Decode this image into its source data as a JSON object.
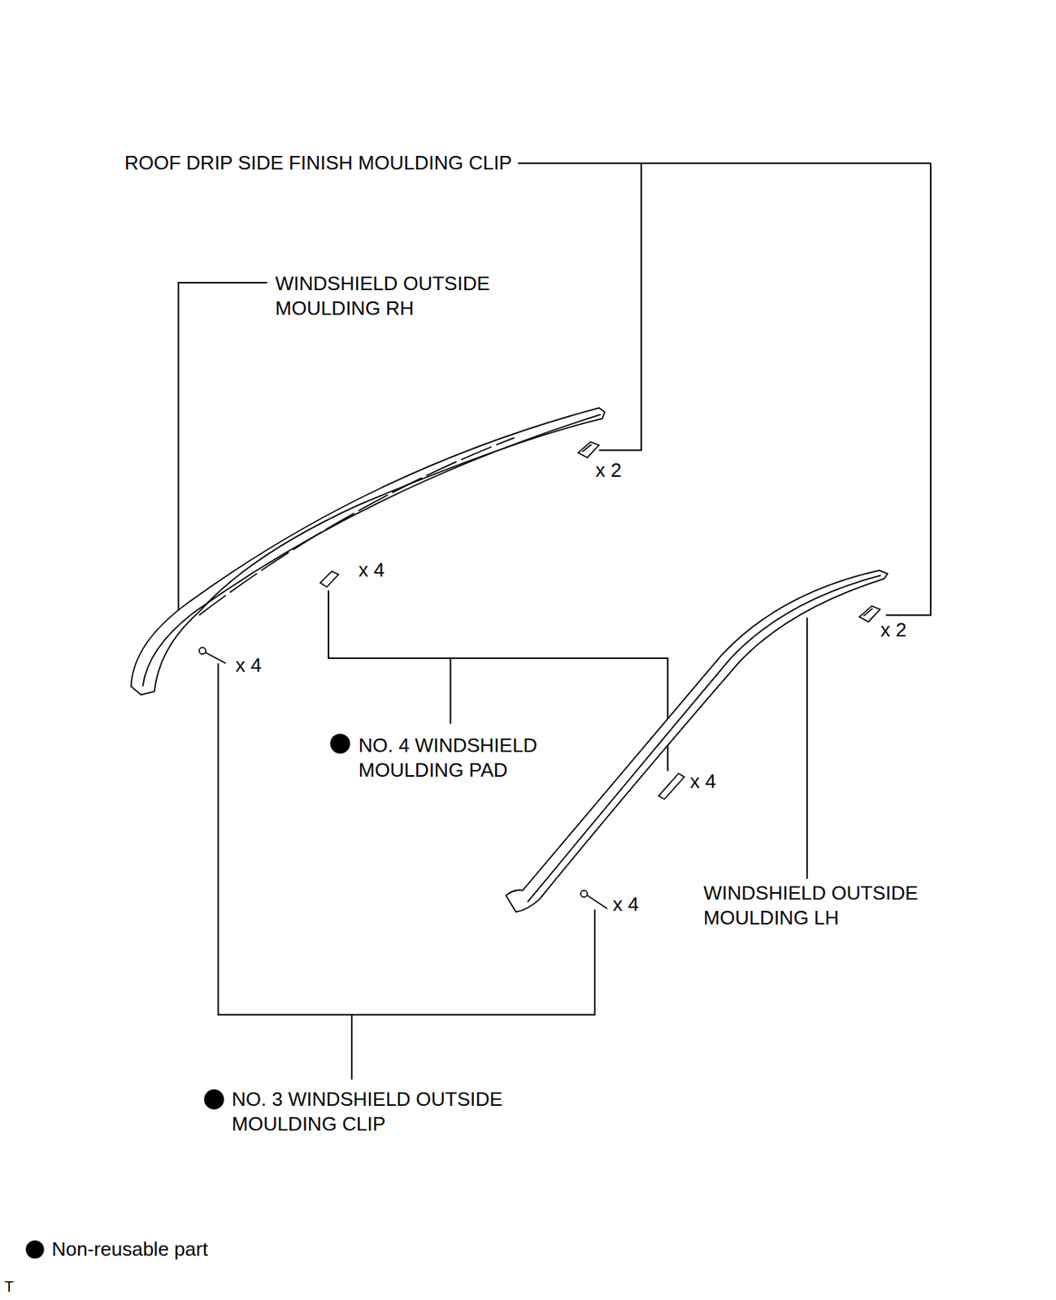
{
  "diagram": {
    "labels": [
      "ROOF DRIP SIDE FINISH MOULDING CLIP",
      "WINDSHIELD OUTSIDE MOULDING RH",
      "x 2",
      "x 4",
      "x 4",
      "NO. 4 WINDSHIELD MOULDING PAD",
      "x 4",
      "x 2",
      "x 4",
      "WINDSHIELD OUTSIDE MOULDING LH",
      "NO. 3 WINDSHIELD OUTSIDE MOULDING CLIP",
      "T"
    ],
    "legend": [
      {
        "text": "Non-reusable part"
      }
    ]
  }
}
